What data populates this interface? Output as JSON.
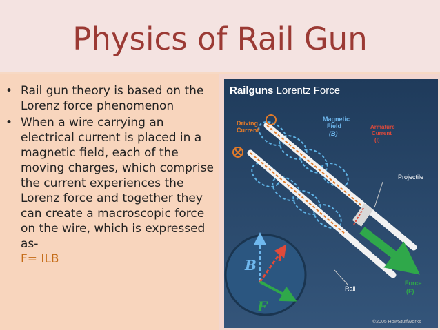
{
  "slide": {
    "title": "Physics of Rail Gun",
    "bullets": [
      "Rail gun theory is based on the Lorenz force phenomenon",
      "When a wire carrying an electrical current is placed in a magnetic field, each of the moving charges, which comprise the current experiences  the Lorenz force and together they can create a macroscopic force on the wire, which is expressed as-"
    ],
    "formula": "F= ILB"
  },
  "figure": {
    "heading_bold": "Railguns",
    "heading_rest": " Lorentz Force",
    "labels": {
      "driving_current": [
        "Driving",
        "Current"
      ],
      "magnetic_field": [
        "Magnetic",
        "Field",
        "(B)"
      ],
      "armature_current": [
        "Armature",
        "Current",
        "(I)"
      ],
      "projectile": "Projectile",
      "rail": "Rail",
      "force": [
        "Force",
        "(F)"
      ],
      "axis_B": "B",
      "axis_i": "i",
      "axis_F": "F",
      "copyright": "©2005 HowStuffWorks"
    },
    "colors": {
      "background": "#2a4a6e",
      "rail": "#f2f2f2",
      "field_loops": "#5fb3e6",
      "current_dash": "#e07a2a",
      "force_arrow": "#2fa84a",
      "label_orange": "#e07a2a",
      "label_blue": "#6fb8ee",
      "label_red": "#e04a3a"
    }
  }
}
